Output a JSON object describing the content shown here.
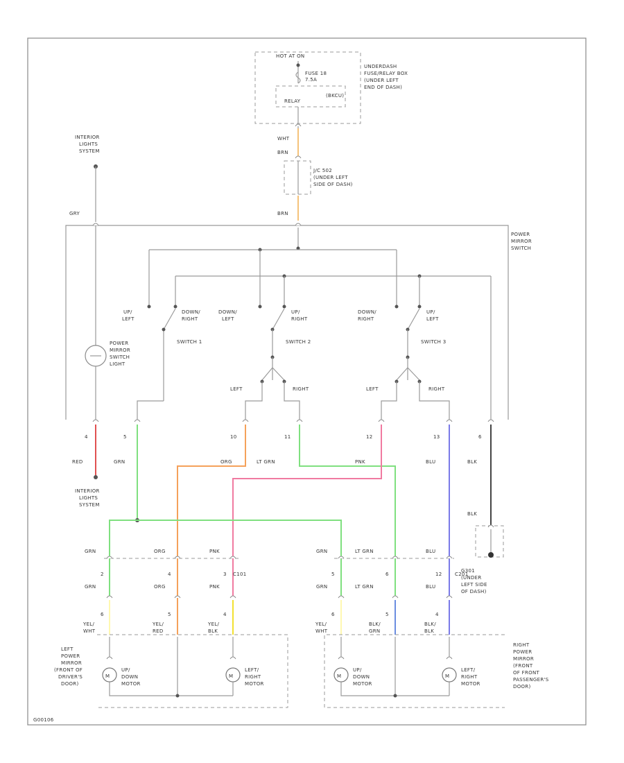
{
  "fuse_box": {
    "hot_label": "HOT AT ON",
    "fuse_label_1": "FUSE 18",
    "fuse_label_2": "7.5A",
    "relay_label": "RELAY",
    "block_label": "(BKCU)",
    "desc_1": "UNDERDASH",
    "desc_2": "FUSE/RELAY BOX",
    "desc_3": "(UNDER LEFT",
    "desc_4": "END OF DASH)"
  },
  "wires_top": {
    "wht": "WHT",
    "brn1": "BRN",
    "brn2": "BRN",
    "gry": "GRY",
    "connector_1": "J/C 502",
    "connector_2": "(UNDER LEFT",
    "connector_3": "SIDE OF DASH)"
  },
  "interior_lights_top": [
    "INTERIOR",
    "LIGHTS",
    "SYSTEM"
  ],
  "power_mirror_switch": [
    "POWER",
    "MIRROR",
    "SWITCH"
  ],
  "switch_light": [
    "POWER",
    "MIRROR",
    "SWITCH",
    "LIGHT"
  ],
  "switches": {
    "s1_up": [
      "UP/",
      "LEFT"
    ],
    "s1_down": [
      "DOWN/",
      "RIGHT"
    ],
    "s1_name": "SWITCH 1",
    "s2_down": [
      "DOWN/",
      "LEFT"
    ],
    "s2_up": [
      "UP/",
      "RIGHT"
    ],
    "s2_name": "SWITCH 2",
    "s3_down": [
      "DOWN/",
      "RIGHT"
    ],
    "s3_up": [
      "UP/",
      "LEFT"
    ],
    "s3_name": "SWITCH 3",
    "left_a": "LEFT",
    "right_a": "RIGHT",
    "left_b": "LEFT",
    "right_b": "RIGHT"
  },
  "pins": [
    "4",
    "5",
    "10",
    "11",
    "12",
    "13",
    "6"
  ],
  "wire_colors_mid": [
    "RED",
    "GRN",
    "ORG",
    "LT GRN",
    "PNK",
    "BLU",
    "BLK"
  ],
  "interior_lights_bottom": [
    "INTERIOR",
    "LIGHTS",
    "SYSTEM"
  ],
  "ground": {
    "wire": "BLK",
    "label": [
      "G301",
      "(UNDER",
      "LEFT SIDE",
      "OF DASH)"
    ]
  },
  "harness_upper": [
    "GRN",
    "ORG",
    "PNK",
    "GRN",
    "LT GRN",
    "BLU"
  ],
  "harness_pins": [
    "2",
    "4",
    "3",
    "5",
    "6",
    "12"
  ],
  "harness_lower": [
    "GRN",
    "ORG",
    "PNK",
    "GRN",
    "LT GRN",
    "BLU"
  ],
  "connector_c101": "C101",
  "connector_c201": "C201",
  "mirror_pins": [
    "6",
    "5",
    "4",
    "6",
    "5",
    "4"
  ],
  "mirror_wires_1": [
    "YEL/",
    "YEL/",
    "YEL/",
    "YEL/",
    "BLK/",
    "BLK/"
  ],
  "mirror_wires_2": [
    "WHT",
    "RED",
    "BLK",
    "WHT",
    "GRN",
    "BLK"
  ],
  "left_mirror": [
    "LEFT",
    "POWER",
    "MIRROR",
    "(FRONT OF",
    "DRIVER'S",
    "DOOR)"
  ],
  "right_mirror": [
    "RIGHT",
    "POWER",
    "MIRROR",
    "(FRONT",
    "OF FRONT",
    "PASSENGER'S",
    "DOOR)"
  ],
  "motors": {
    "l_updown": [
      "UP/",
      "DOWN",
      "MOTOR"
    ],
    "l_leftright": [
      "LEFT/",
      "RIGHT",
      "MOTOR"
    ],
    "r_updown": [
      "UP/",
      "DOWN",
      "MOTOR"
    ],
    "r_leftright": [
      "LEFT/",
      "RIGHT",
      "MOTOR"
    ]
  },
  "figure_id": "G00106",
  "colors": {
    "wire_gray": "#9a9a9a",
    "orange": "#f5a15a",
    "green": "#7fe07f",
    "pink": "#f07aa0",
    "red": "#e05050",
    "blue": "#7a7ae8",
    "yellow": "#f2e030",
    "black": "#444444",
    "light_yellow": "#fff8b0",
    "light_blue": "#6a8de0"
  }
}
